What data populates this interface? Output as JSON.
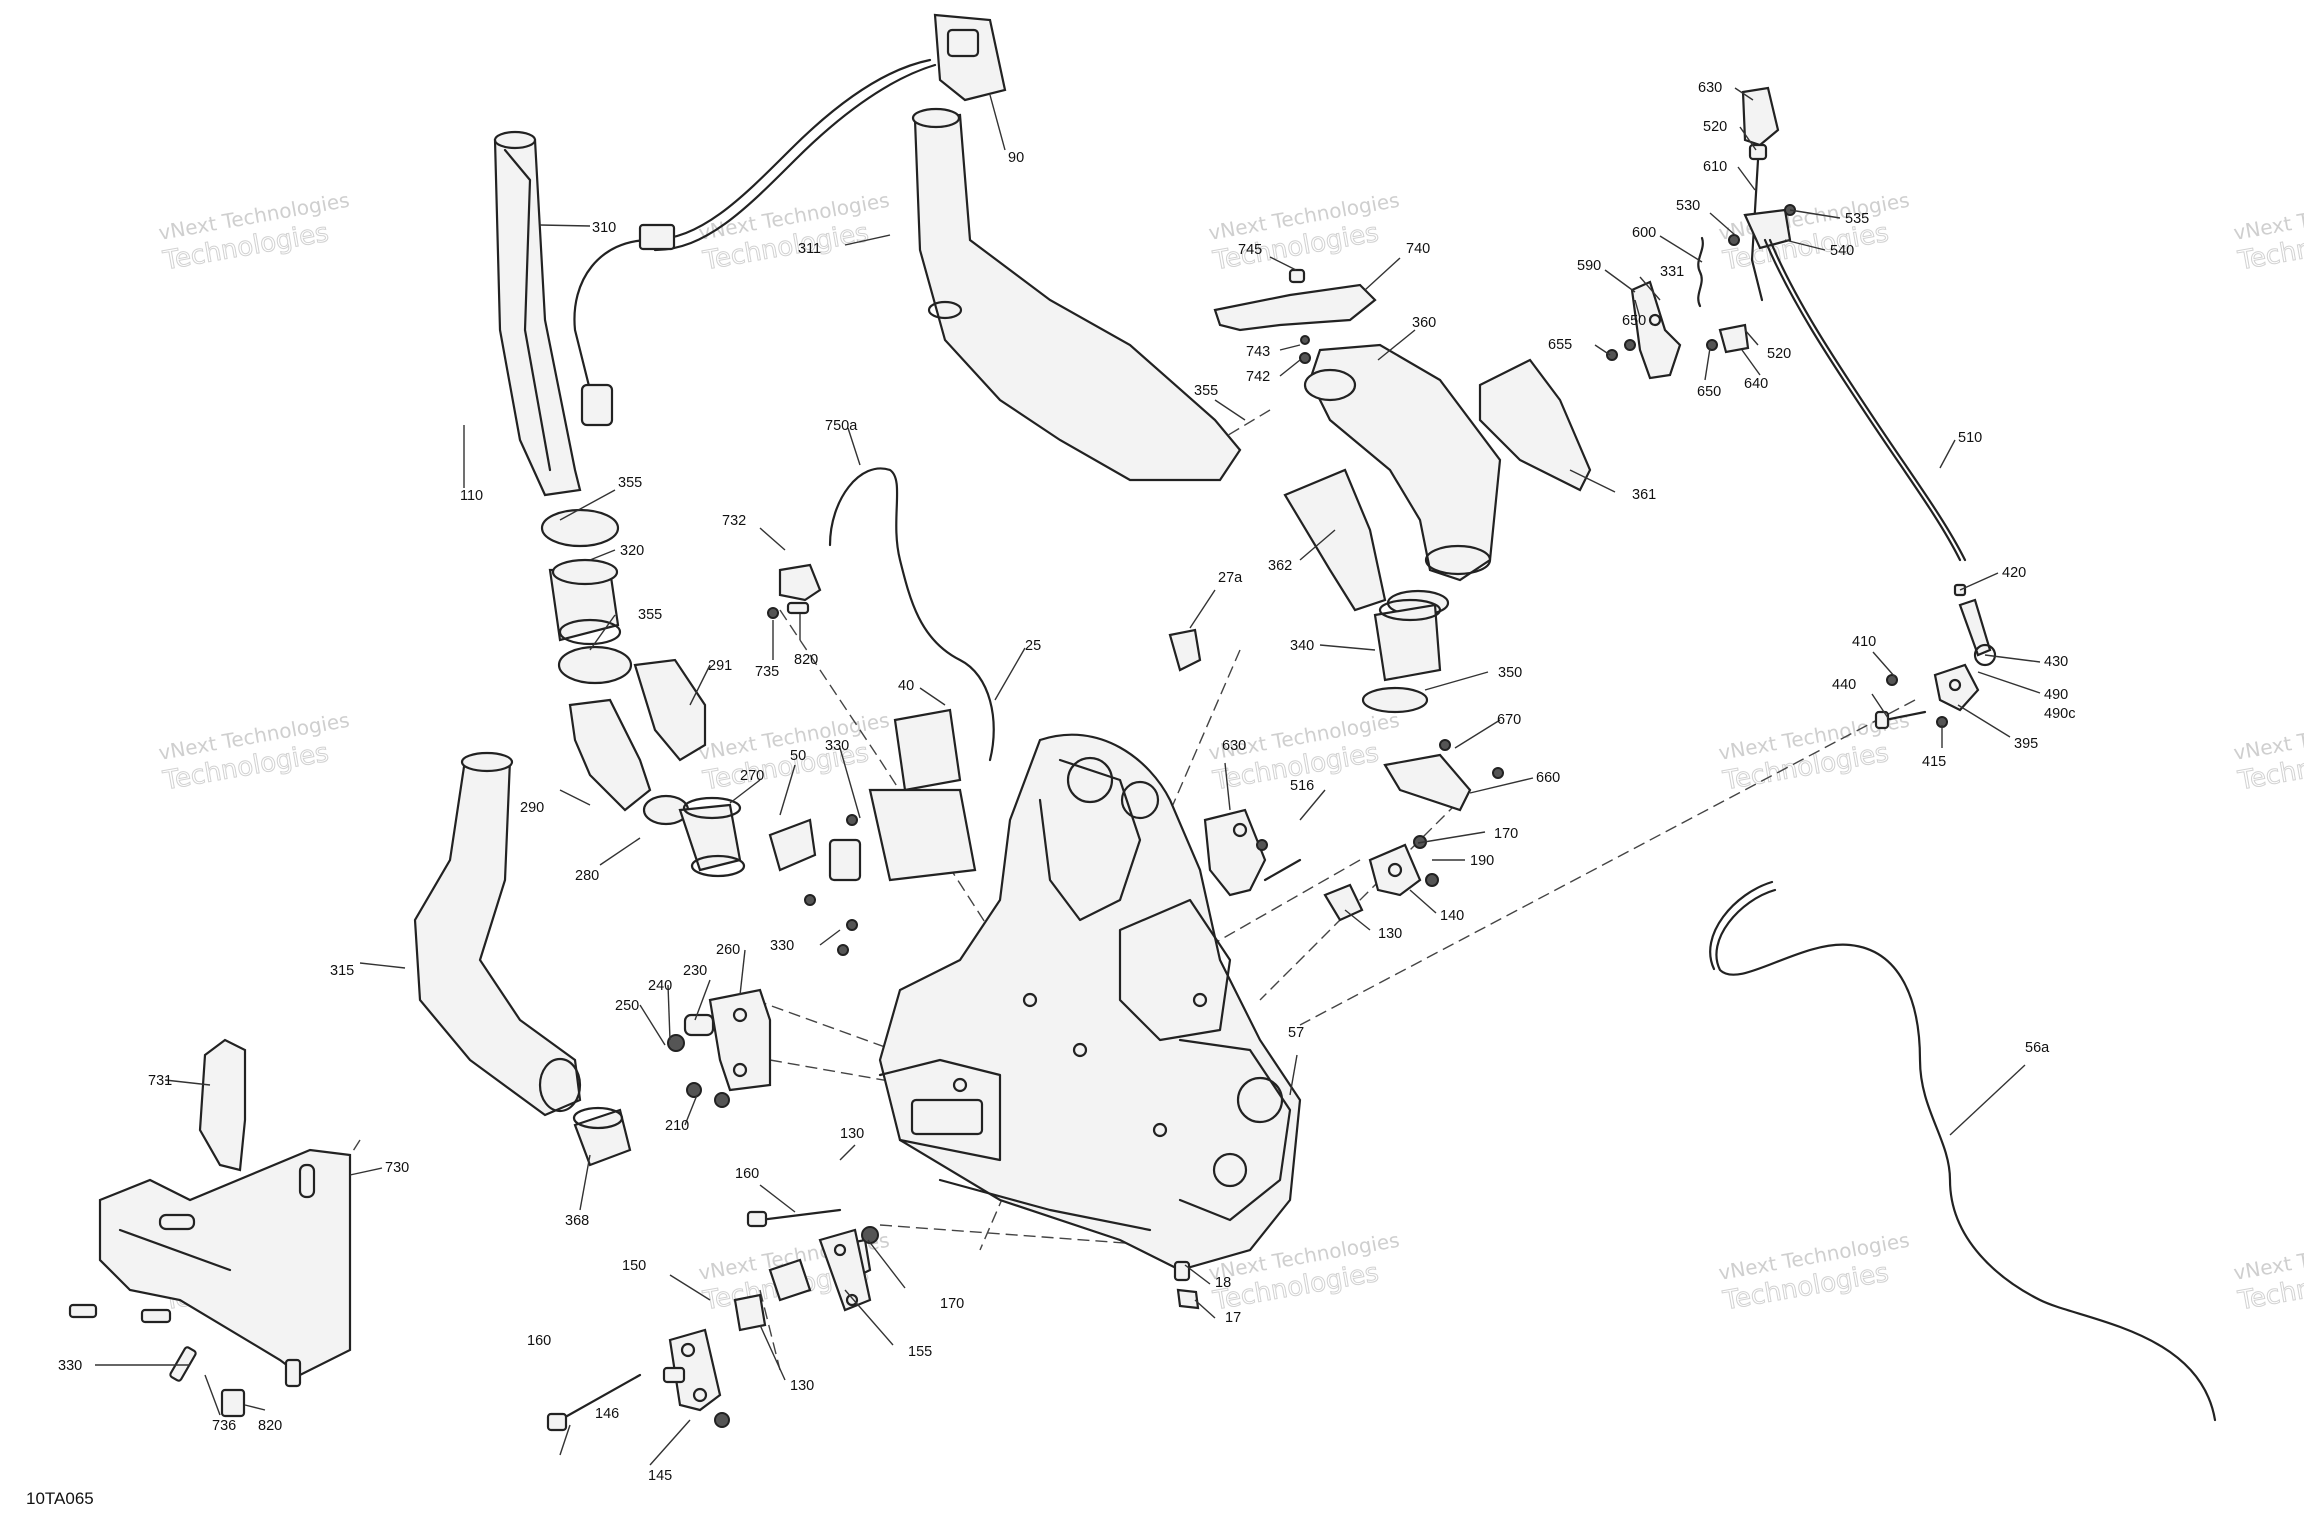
{
  "diagram": {
    "code": "10TA065",
    "watermark": {
      "line1": "vNext Technologies",
      "line2": "Technologies"
    },
    "callouts": [
      {
        "id": "90",
        "text": "90"
      },
      {
        "id": "310",
        "text": "310"
      },
      {
        "id": "311",
        "text": "311"
      },
      {
        "id": "110",
        "text": "110"
      },
      {
        "id": "355a",
        "text": "355"
      },
      {
        "id": "320",
        "text": "320"
      },
      {
        "id": "355b",
        "text": "355"
      },
      {
        "id": "291",
        "text": "291"
      },
      {
        "id": "290",
        "text": "290"
      },
      {
        "id": "280",
        "text": "280"
      },
      {
        "id": "270",
        "text": "270"
      },
      {
        "id": "750a",
        "text": "750a"
      },
      {
        "id": "732",
        "text": "732"
      },
      {
        "id": "820a",
        "text": "820"
      },
      {
        "id": "735",
        "text": "735"
      },
      {
        "id": "25",
        "text": "25"
      },
      {
        "id": "40",
        "text": "40"
      },
      {
        "id": "50",
        "text": "50"
      },
      {
        "id": "330a",
        "text": "330"
      },
      {
        "id": "330b",
        "text": "330"
      },
      {
        "id": "315",
        "text": "315"
      },
      {
        "id": "260",
        "text": "260"
      },
      {
        "id": "230",
        "text": "230"
      },
      {
        "id": "240",
        "text": "240"
      },
      {
        "id": "250",
        "text": "250"
      },
      {
        "id": "210",
        "text": "210"
      },
      {
        "id": "368",
        "text": "368"
      },
      {
        "id": "731",
        "text": "731"
      },
      {
        "id": "730",
        "text": "730"
      },
      {
        "id": "330c",
        "text": "330"
      },
      {
        "id": "736",
        "text": "736"
      },
      {
        "id": "820b",
        "text": "820"
      },
      {
        "id": "130a",
        "text": "130"
      },
      {
        "id": "160a",
        "text": "160"
      },
      {
        "id": "150",
        "text": "150"
      },
      {
        "id": "170a",
        "text": "170"
      },
      {
        "id": "155",
        "text": "155"
      },
      {
        "id": "130b",
        "text": "130"
      },
      {
        "id": "160b",
        "text": "160"
      },
      {
        "id": "146",
        "text": "146"
      },
      {
        "id": "145",
        "text": "145"
      },
      {
        "id": "18",
        "text": "18"
      },
      {
        "id": "17",
        "text": "17"
      },
      {
        "id": "57",
        "text": "57"
      },
      {
        "id": "745",
        "text": "745"
      },
      {
        "id": "740",
        "text": "740"
      },
      {
        "id": "743",
        "text": "743"
      },
      {
        "id": "742",
        "text": "742"
      },
      {
        "id": "355c",
        "text": "355"
      },
      {
        "id": "360",
        "text": "360"
      },
      {
        "id": "361",
        "text": "361"
      },
      {
        "id": "362",
        "text": "362"
      },
      {
        "id": "27a",
        "text": "27a"
      },
      {
        "id": "340",
        "text": "340"
      },
      {
        "id": "350",
        "text": "350"
      },
      {
        "id": "630a",
        "text": "630"
      },
      {
        "id": "516",
        "text": "516"
      },
      {
        "id": "670",
        "text": "670"
      },
      {
        "id": "660",
        "text": "660"
      },
      {
        "id": "170b",
        "text": "170"
      },
      {
        "id": "190",
        "text": "190"
      },
      {
        "id": "130c",
        "text": "130"
      },
      {
        "id": "140",
        "text": "140"
      },
      {
        "id": "630b",
        "text": "630"
      },
      {
        "id": "520a",
        "text": "520"
      },
      {
        "id": "610",
        "text": "610"
      },
      {
        "id": "530",
        "text": "530"
      },
      {
        "id": "535",
        "text": "535"
      },
      {
        "id": "600",
        "text": "600"
      },
      {
        "id": "540",
        "text": "540"
      },
      {
        "id": "331",
        "text": "331"
      },
      {
        "id": "590",
        "text": "590"
      },
      {
        "id": "650a",
        "text": "650"
      },
      {
        "id": "655",
        "text": "655"
      },
      {
        "id": "650b",
        "text": "650"
      },
      {
        "id": "640",
        "text": "640"
      },
      {
        "id": "520b",
        "text": "520"
      },
      {
        "id": "510",
        "text": "510"
      },
      {
        "id": "420",
        "text": "420"
      },
      {
        "id": "410",
        "text": "410"
      },
      {
        "id": "430",
        "text": "430"
      },
      {
        "id": "440",
        "text": "440"
      },
      {
        "id": "490",
        "text": "490"
      },
      {
        "id": "490c",
        "text": "490c"
      },
      {
        "id": "415",
        "text": "415"
      },
      {
        "id": "395",
        "text": "395"
      },
      {
        "id": "56a",
        "text": "56a"
      }
    ]
  }
}
